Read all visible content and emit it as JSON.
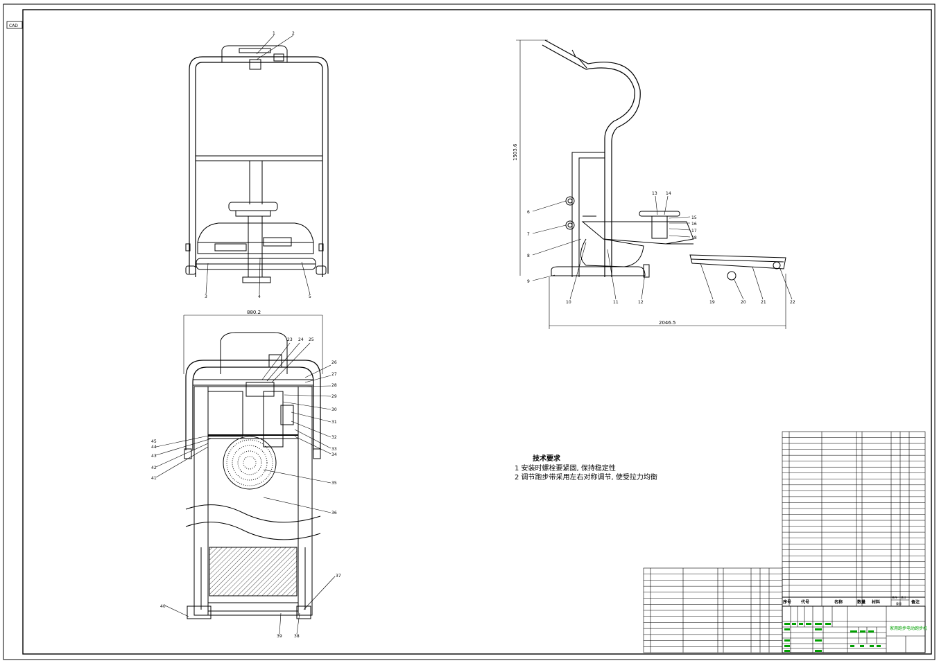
{
  "sheet": {
    "corner_tag": "CAD",
    "views": {
      "front": {
        "labels": [
          "1",
          "2",
          "3",
          "4",
          "5"
        ]
      },
      "side": {
        "height_dim": "1503.6",
        "length_dim": "2046.5",
        "labels": [
          "6",
          "7",
          "8",
          "9",
          "10",
          "11",
          "12",
          "13",
          "14",
          "15",
          "16",
          "17",
          "18",
          "19",
          "20",
          "21",
          "22"
        ]
      },
      "top": {
        "width_dim": "880.2",
        "labels": [
          "23",
          "24",
          "25",
          "26",
          "27",
          "28",
          "29",
          "30",
          "31",
          "32",
          "33",
          "34",
          "35",
          "36",
          "37",
          "38",
          "39",
          "40",
          "41",
          "42",
          "43",
          "44",
          "45"
        ]
      }
    },
    "tech_requirements": {
      "title": "技术要求",
      "lines": [
        "1  安装时螺栓要紧固, 保持稳定性",
        "2  调节跑步带采用左右对称调节, 使受拉力均衡"
      ]
    },
    "bom_header": {
      "seq": "序号",
      "code": "代号",
      "name": "名称",
      "qty": "数量",
      "material": "材料",
      "unit_weight": "单件",
      "total_weight": "总计",
      "weight": "重量",
      "remark": "备注"
    },
    "title_block": {
      "drawing_name": "家用跑步电动跑步机"
    }
  }
}
